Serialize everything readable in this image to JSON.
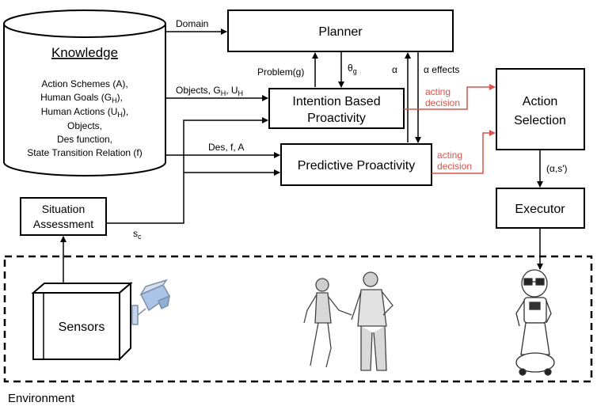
{
  "knowledge": {
    "title": "Knowledge",
    "lines": [
      "Action Schemes (A),",
      "Human Goals (G",
      "H",
      "),",
      "Human Actions (U",
      "H",
      "),",
      "Objects,",
      "Des function,",
      "State Transition Relation (f)"
    ]
  },
  "boxes": {
    "planner": "Planner",
    "intention_line1": "Intention Based",
    "intention_line2": "Proactivity",
    "predictive": "Predictive Proactivity",
    "action_line1": "Action",
    "action_line2": "Selection",
    "executor": "Executor",
    "situation_line1": "Situation",
    "situation_line2": "Assessment",
    "sensors": "Sensors"
  },
  "labels": {
    "domain": "Domain",
    "problem": "Problem(g)",
    "theta": "θ",
    "theta_sub": "g",
    "alpha": "α",
    "alpha_effects": "α effects",
    "objects_prefix": "Objects, G",
    "objects_gsub": "H",
    "objects_mid": ", U",
    "objects_usub": "H",
    "des": "Des, f, A",
    "acting1_line1": "acting",
    "acting1_line2": "decision",
    "acting2_line1": "acting",
    "acting2_line2": "decision",
    "alpha_s": "(α,s')",
    "sc": "s",
    "sc_sub": "c",
    "environment": "Environment"
  },
  "colors": {
    "accent_red": "#d9534f",
    "camera_blue": "#a9c4e6",
    "line": "#000000"
  },
  "icons": [
    "security-camera-icon",
    "humans-illustration",
    "robot-illustration"
  ]
}
